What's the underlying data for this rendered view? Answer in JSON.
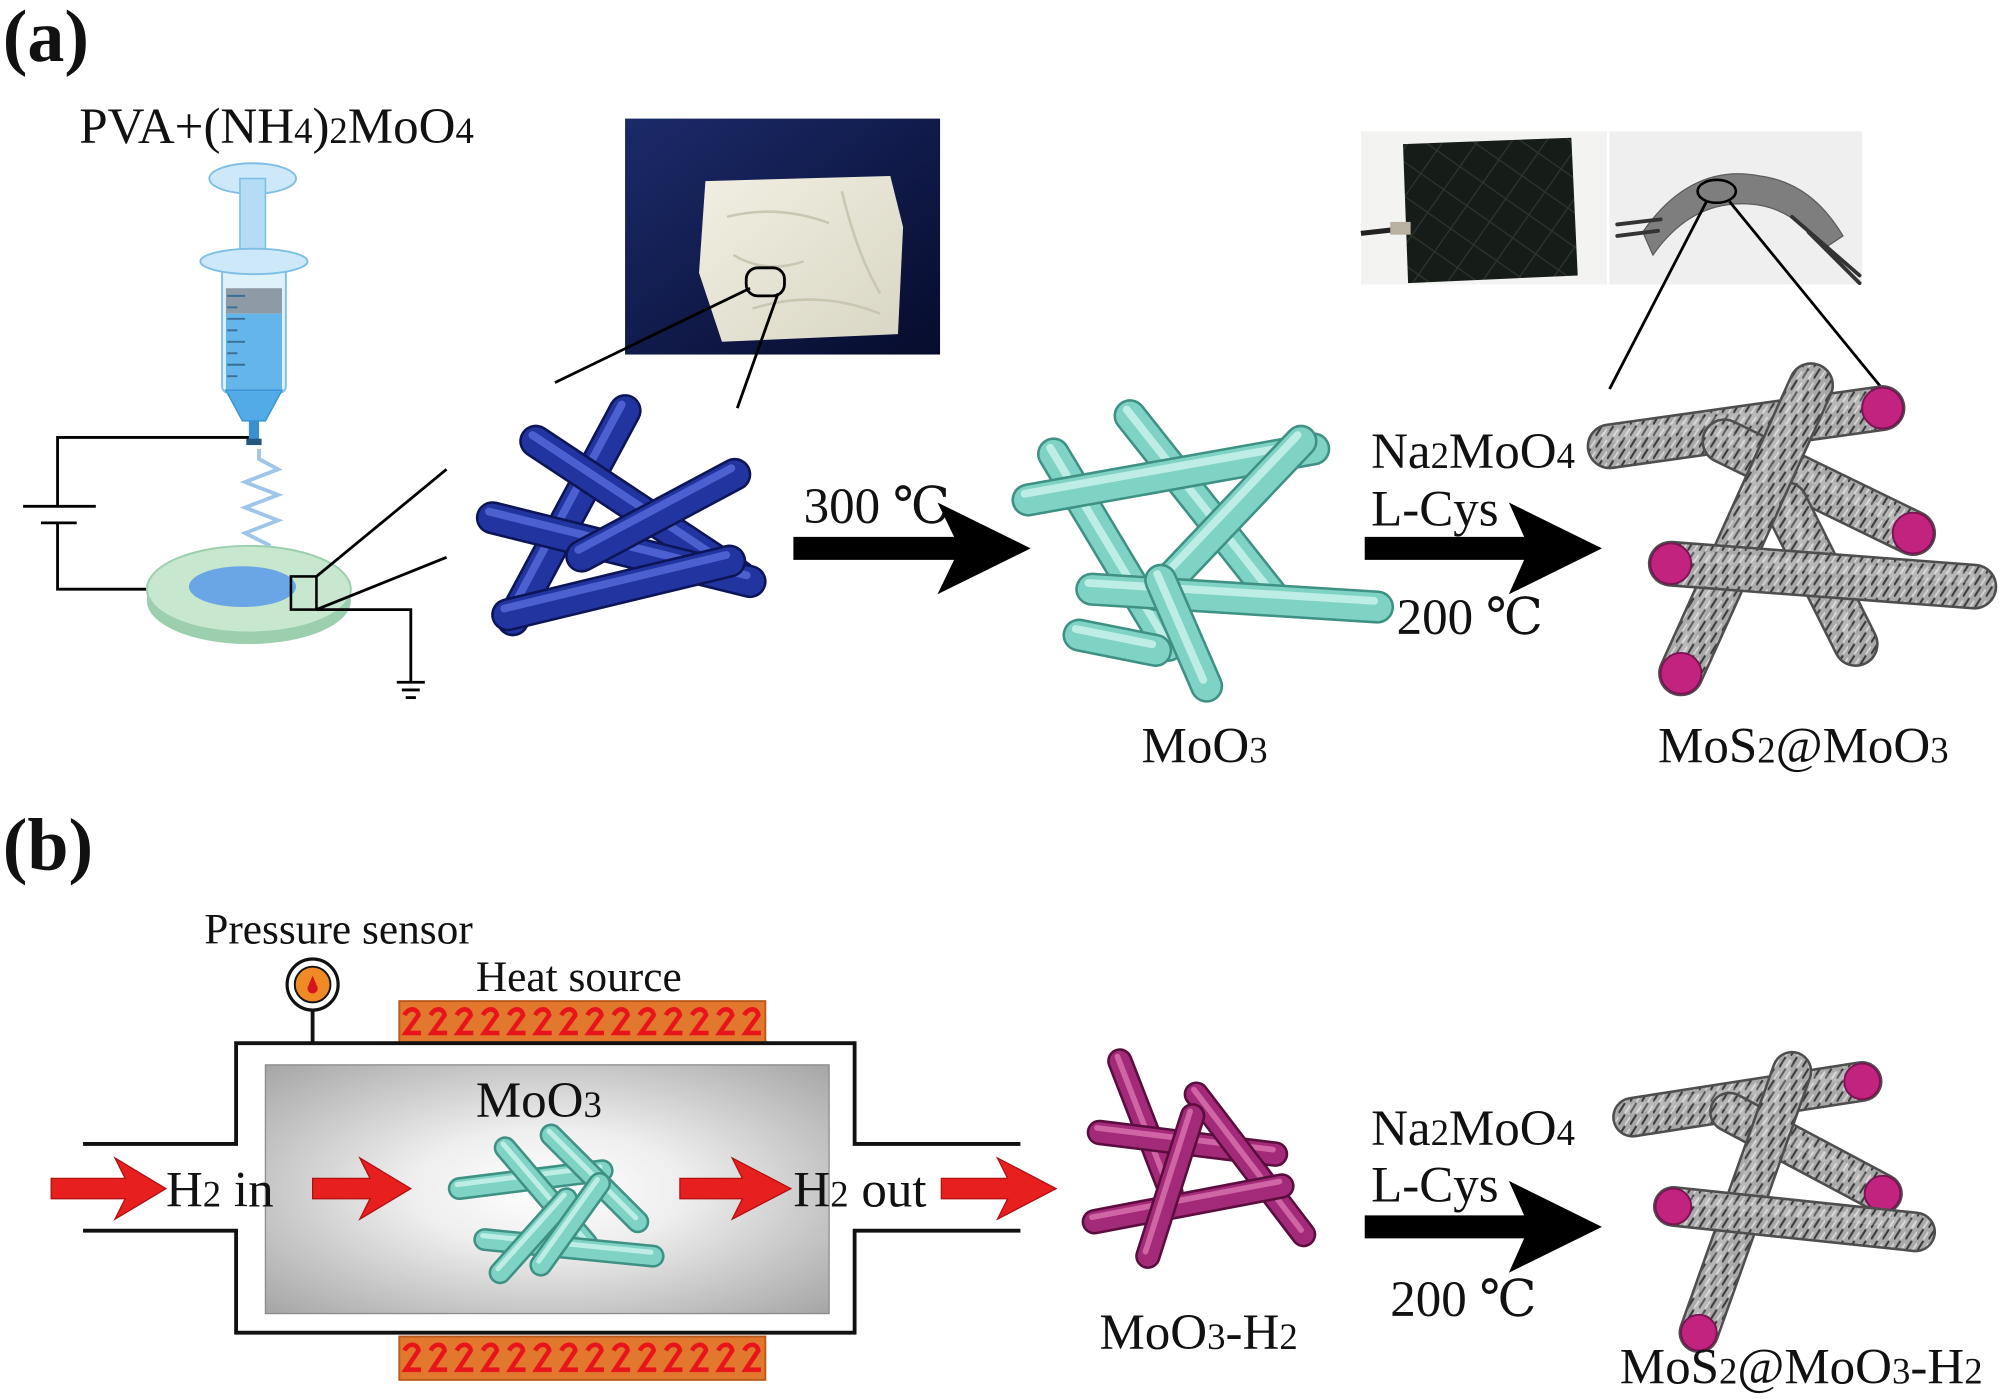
{
  "panel_a": {
    "label": "(a)",
    "precursor": "PVA+(NH4)2MoO4",
    "calcination": "300 ℃",
    "intermediate": "MoO3",
    "reagent_1": "Na2MoO4",
    "reagent_2": "L-Cys",
    "hydrothermal": "200 ℃",
    "product": "MoS2@MoO3"
  },
  "panel_b": {
    "label": "(b)",
    "pressure_sensor": "Pressure sensor",
    "heat_source": "Heat source",
    "chamber_sample": "MoO3",
    "gas_in": "H2 in",
    "gas_out": "H2 out",
    "intermediate": "MoO3-H2",
    "reagent_1": "Na2MoO4",
    "reagent_2": "L-Cys",
    "hydrothermal": "200 ℃",
    "product": "MoS2@MoO3-H2"
  },
  "colors": {
    "pva_fiber": "#22349f",
    "moo3_fiber": "#7fd3c4",
    "moo3_h2_fiber": "#a32a78",
    "mos2_core_end": "#c2237f",
    "heater": "#e2782e",
    "heater_coil": "#e8141c",
    "gas_arrow": "#e71f1f",
    "process_arrow": "#000000"
  }
}
